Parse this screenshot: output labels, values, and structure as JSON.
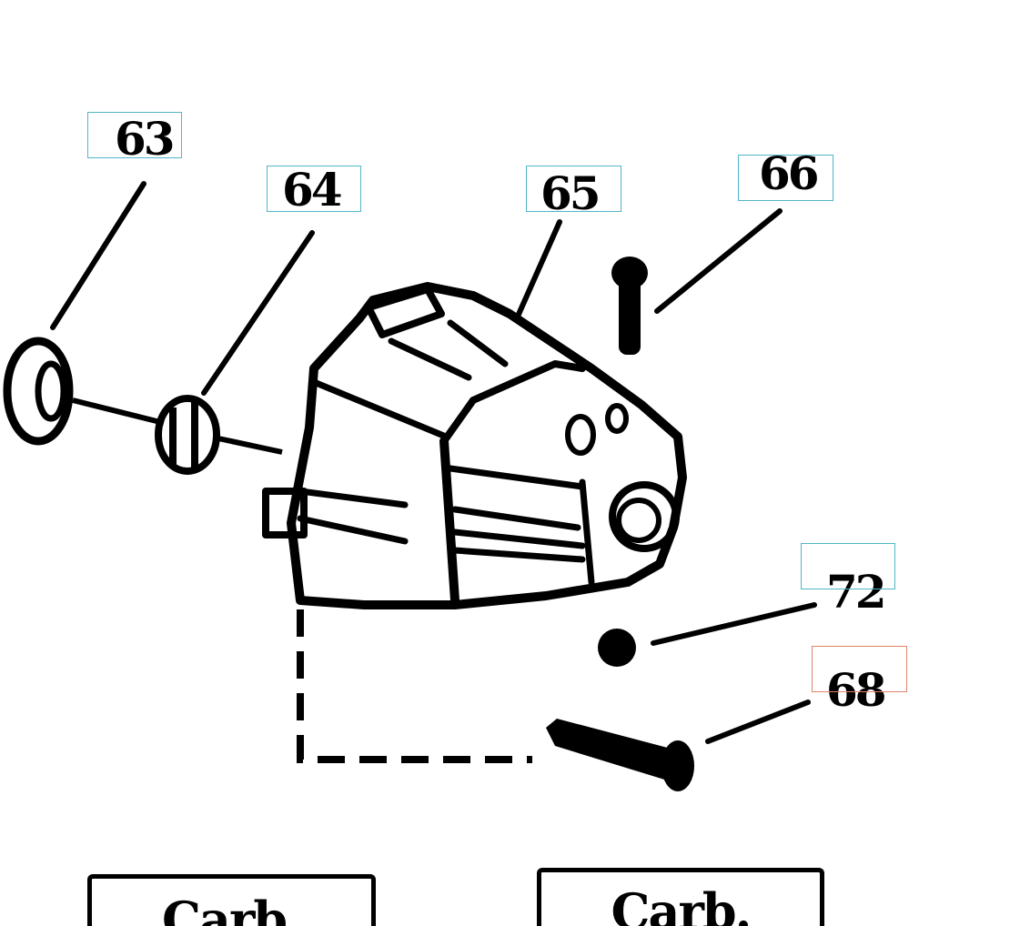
{
  "callouts": [
    {
      "id": "c63",
      "text": "63",
      "box_color": "#4fb6c8"
    },
    {
      "id": "c64",
      "text": "64",
      "box_color": "#4fb6c8"
    },
    {
      "id": "c65",
      "text": "65",
      "box_color": "#4fb6c8"
    },
    {
      "id": "c66",
      "text": "66",
      "box_color": "#4fb6c8"
    },
    {
      "id": "c72",
      "text": "72",
      "box_color": "#4fb6c8"
    },
    {
      "id": "c68",
      "text": "68",
      "box_color": "#e0836a"
    }
  ],
  "carb_boxes": [
    {
      "text": "Carb."
    },
    {
      "text": "Carb."
    }
  ],
  "colors": {
    "ink": "#000000",
    "background": "#ffffff",
    "highlight_box": "#4fb6c8",
    "selected_box": "#e0836a"
  }
}
